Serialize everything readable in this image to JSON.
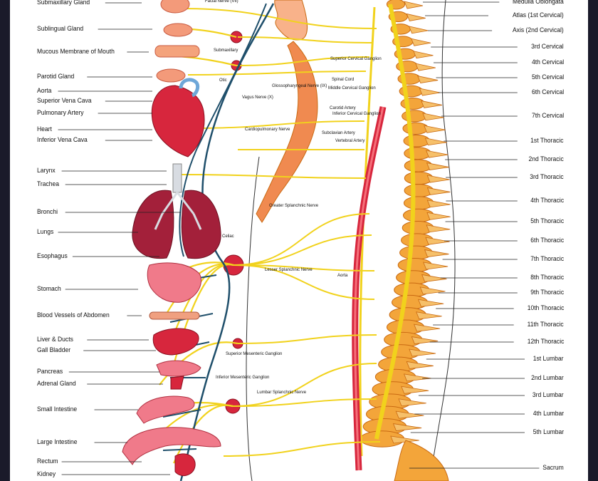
{
  "colors": {
    "nerve": "#f1d21c",
    "nerve_dark": "#d4a90f",
    "vessel": "#1f4f6b",
    "organ_red": "#d7263d",
    "organ_pink": "#f07a8a",
    "bone": "#f3a53a",
    "bone_dark": "#c96a12",
    "lung": "#a3203a",
    "line": "#222222"
  },
  "left_labels": [
    {
      "id": "submaxillary-gland",
      "text": "Submaxillary Gland"
    },
    {
      "id": "sublingual-gland",
      "text": "Sublingual Gland"
    },
    {
      "id": "mucous-membrane-of-mouth",
      "text": "Mucous Membrane of Mouth"
    },
    {
      "id": "parotid-gland",
      "text": "Parotid Gland"
    },
    {
      "id": "aorta",
      "text": "Aorta"
    },
    {
      "id": "superior-vena-cava",
      "text": "Superior Vena Cava"
    },
    {
      "id": "pulmonary-artery",
      "text": "Pulmonary Artery"
    },
    {
      "id": "heart",
      "text": "Heart"
    },
    {
      "id": "inferior-vena-cava",
      "text": "Inferior Vena Cava"
    },
    {
      "id": "larynx",
      "text": "Larynx"
    },
    {
      "id": "trachea",
      "text": "Trachea"
    },
    {
      "id": "bronchi",
      "text": "Bronchi"
    },
    {
      "id": "lungs",
      "text": "Lungs"
    },
    {
      "id": "esophagus",
      "text": "Esophagus"
    },
    {
      "id": "stomach",
      "text": "Stomach"
    },
    {
      "id": "blood-vessels-of-abdomen",
      "text": "Blood Vessels of Abdomen"
    },
    {
      "id": "liver-and-ducts",
      "text": "Liver & Ducts"
    },
    {
      "id": "gall-bladder",
      "text": "Gall Bladder"
    },
    {
      "id": "pancreas",
      "text": "Pancreas"
    },
    {
      "id": "adrenal-gland",
      "text": "Adrenal Gland"
    },
    {
      "id": "small-intestine",
      "text": "Small Intestine"
    },
    {
      "id": "large-intestine",
      "text": "Large Intestine"
    },
    {
      "id": "rectum",
      "text": "Rectum"
    },
    {
      "id": "kidney",
      "text": "Kidney"
    }
  ],
  "right_labels": [
    {
      "id": "medulla-oblongata",
      "text": "Medulla Oblongata"
    },
    {
      "id": "atlas",
      "text": "Atlas (1st Cervical)"
    },
    {
      "id": "axis",
      "text": "Axis (2nd Cervical)"
    },
    {
      "id": "c3",
      "text": "3rd Cervical"
    },
    {
      "id": "c4",
      "text": "4th Cervical"
    },
    {
      "id": "c5",
      "text": "5th Cervical"
    },
    {
      "id": "c6",
      "text": "6th Cervical"
    },
    {
      "id": "c7",
      "text": "7th Cervical"
    },
    {
      "id": "t1",
      "text": "1st Thoracic"
    },
    {
      "id": "t2",
      "text": "2nd Thoracic"
    },
    {
      "id": "t3",
      "text": "3rd Thoracic"
    },
    {
      "id": "t4",
      "text": "4th Thoracic"
    },
    {
      "id": "t5",
      "text": "5th Thoracic"
    },
    {
      "id": "t6",
      "text": "6th Thoracic"
    },
    {
      "id": "t7",
      "text": "7th Thoracic"
    },
    {
      "id": "t8",
      "text": "8th Thoracic"
    },
    {
      "id": "t9",
      "text": "9th Thoracic"
    },
    {
      "id": "t10",
      "text": "10th Thoracic"
    },
    {
      "id": "t11",
      "text": "11th Thoracic"
    },
    {
      "id": "t12",
      "text": "12th Thoracic"
    },
    {
      "id": "l1",
      "text": "1st Lumbar"
    },
    {
      "id": "l2",
      "text": "2nd Lumbar"
    },
    {
      "id": "l3",
      "text": "3rd Lumbar"
    },
    {
      "id": "l4",
      "text": "4th Lumbar"
    },
    {
      "id": "l5",
      "text": "5th Lumbar"
    },
    {
      "id": "sacrum",
      "text": "Sacrum"
    }
  ],
  "small_labels": [
    {
      "id": "facial-nerve",
      "text": "Facial Nerve (VII)"
    },
    {
      "id": "submaxillary",
      "text": "Submaxillary"
    },
    {
      "id": "otic",
      "text": "Otic"
    },
    {
      "id": "glossopharyngeal-nerve",
      "text": "Glossopharyngeal Nerve (IX)"
    },
    {
      "id": "vagus-nerve",
      "text": "Vagus Nerve (X)"
    },
    {
      "id": "superior-cervical-ganglion",
      "text": "Superior Cervical Ganglion"
    },
    {
      "id": "spinal-cord",
      "text": "Spinal Cord"
    },
    {
      "id": "middle-cervical-ganglion",
      "text": "Middle Cervical Ganglion"
    },
    {
      "id": "carotid-artery",
      "text": "Carotid Artery"
    },
    {
      "id": "inferior-cervical-ganglion",
      "text": "Inferior Cervical Ganglion"
    },
    {
      "id": "subclavian-artery",
      "text": "Subclavian Artery"
    },
    {
      "id": "vertebral-artery",
      "text": "Vertebral Artery"
    },
    {
      "id": "cardiopulmonary-nerve",
      "text": "Cardiopulmonary Nerve"
    },
    {
      "id": "greater-splanchnic-nerve",
      "text": "Greater Splanchnic Nerve"
    },
    {
      "id": "celiac",
      "text": "Celiac"
    },
    {
      "id": "lesser-splanchnic-nerve",
      "text": "Lesser Splanchnic Nerve"
    },
    {
      "id": "aorta-small",
      "text": "Aorta"
    },
    {
      "id": "superior-mesenteric-ganglion",
      "text": "Superior Mesenteric Ganglion"
    },
    {
      "id": "inferior-mesenteric-ganglion",
      "text": "Inferior Mesenteric Ganglion"
    },
    {
      "id": "lumbar-splanchnic-nerve",
      "text": "Lumbar Splanchnic Nerve"
    }
  ]
}
